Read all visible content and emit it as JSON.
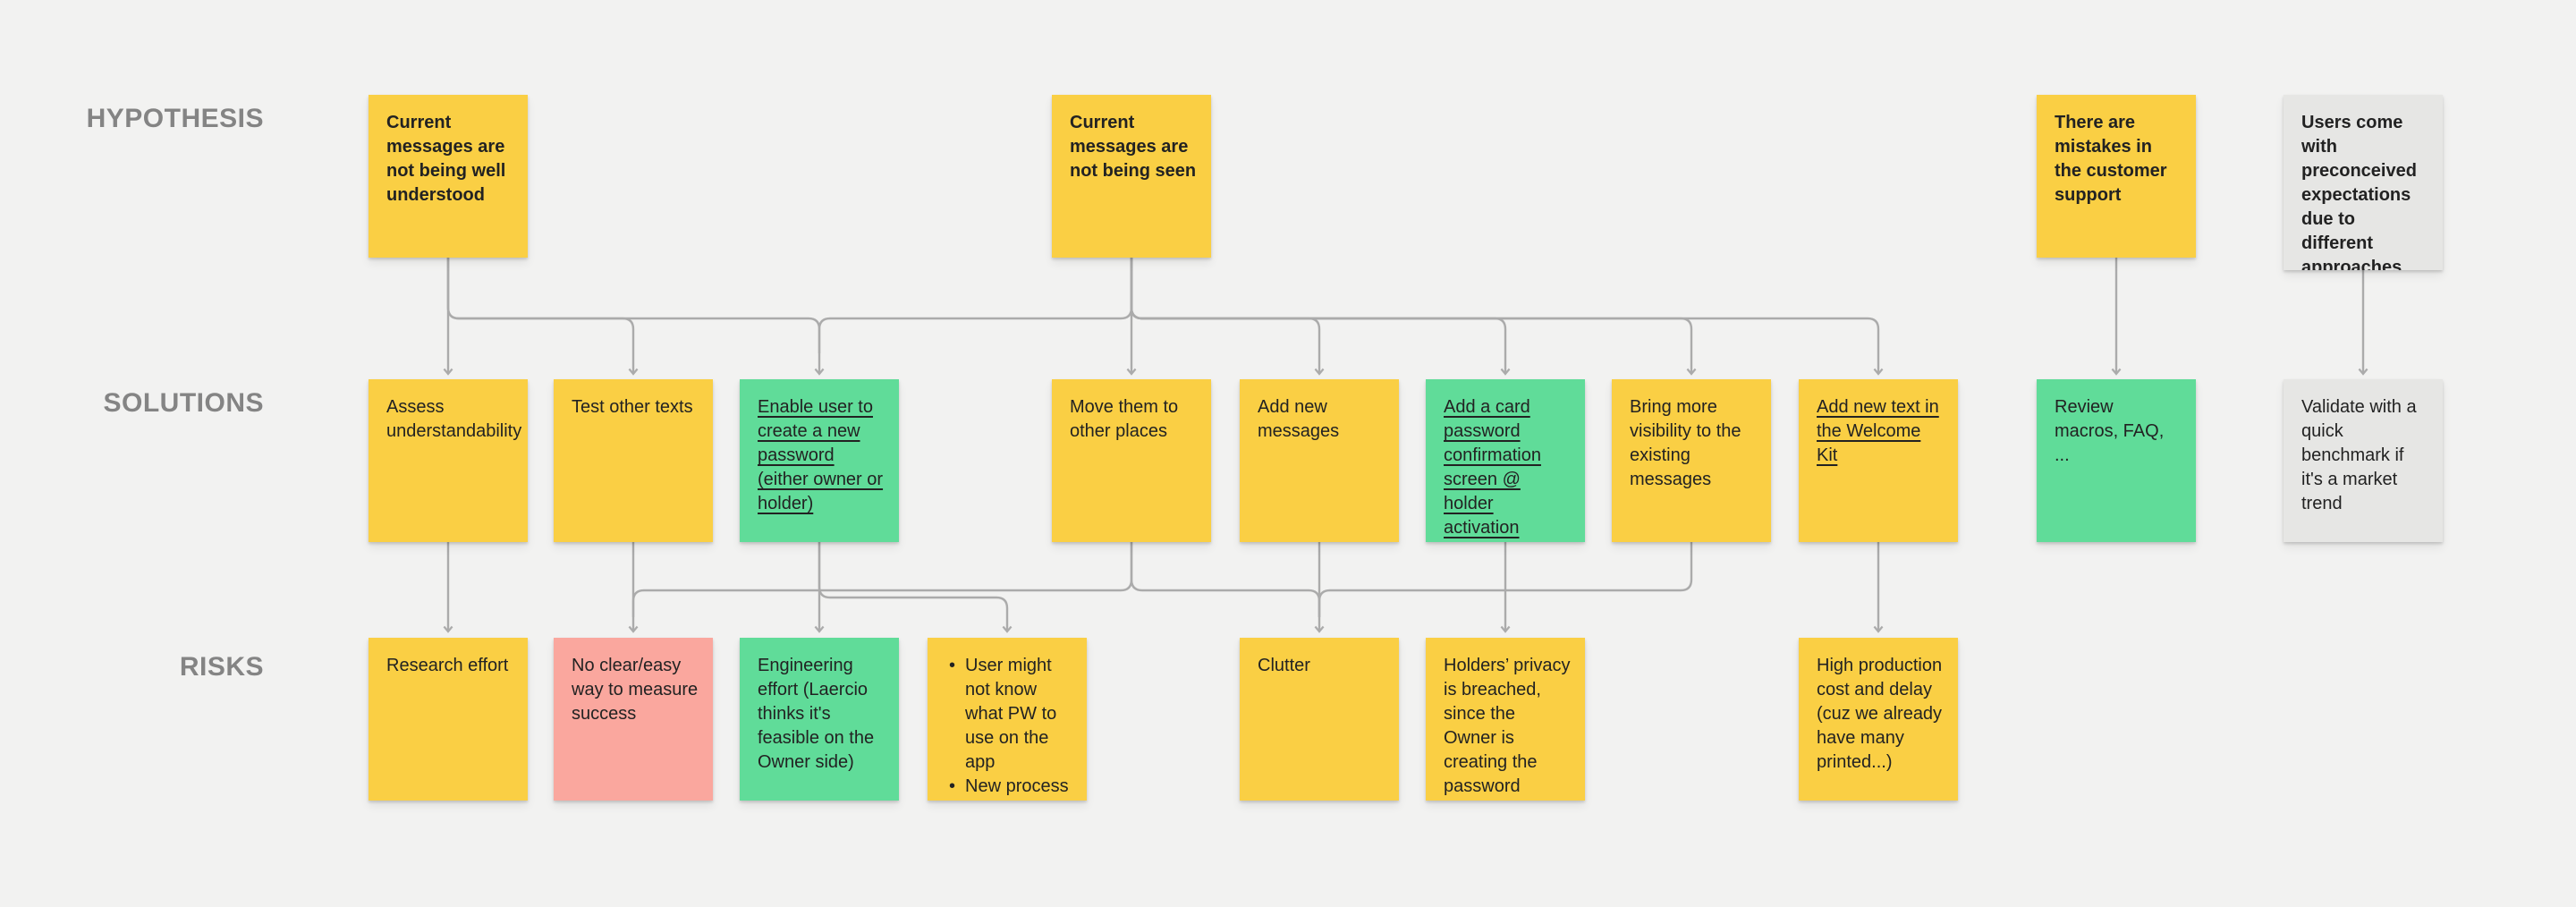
{
  "board": {
    "type": "affinity-map-whiteboard",
    "row_labels": {
      "hypothesis": "HYPOTHESIS",
      "solutions": "SOLUTIONS",
      "risks": "RISKS"
    }
  },
  "colors": {
    "background": "#F2F2F1",
    "sticky_yellow": "#FACF44",
    "sticky_green": "#60DC99",
    "sticky_pink": "#FAA79E",
    "sticky_gray": "#E6E6E4",
    "connector": "#ABABAB",
    "label_text": "#848484"
  },
  "notes": {
    "h1": {
      "text": "Current messages are not being well understood",
      "color": "yellow"
    },
    "h2": {
      "text": "Current messages are not being seen",
      "color": "yellow"
    },
    "h3": {
      "text": "There are mistakes in the customer support",
      "color": "yellow"
    },
    "h4": {
      "text": "Users come with preconceived expectations due to different approaches from competitors",
      "color": "gray"
    },
    "s1": {
      "text": "Assess understandability",
      "color": "yellow"
    },
    "s2": {
      "text": "Test other texts",
      "color": "yellow"
    },
    "s3": {
      "text": "Enable user to create a new password (either owner or holder)",
      "color": "green",
      "underlined": true
    },
    "s4": {
      "text": "Move them to other places",
      "color": "yellow"
    },
    "s5": {
      "text": "Add new messages",
      "color": "yellow"
    },
    "s6": {
      "text": "Add a card password confirmation screen @ holder activation",
      "color": "green",
      "underlined": true
    },
    "s7": {
      "text": "Bring more visibility to the existing messages",
      "color": "yellow"
    },
    "s8": {
      "text": "Add new text in the Welcome Kit",
      "color": "yellow",
      "underlined": true
    },
    "s9": {
      "text": "Review macros, FAQ, ...",
      "color": "green"
    },
    "s10": {
      "text": "Validate with a quick benchmark if it's a market trend",
      "color": "gray"
    },
    "r1": {
      "text": "Research effort",
      "color": "yellow"
    },
    "r2": {
      "text": "No clear/easy way to measure success",
      "color": "pink"
    },
    "r3": {
      "text": "Engineering effort (Laercio thinks it's feasible on the Owner side)",
      "color": "green"
    },
    "r4": {
      "items": [
        "User might not know what PW to use on the app",
        "New process for ops"
      ],
      "color": "yellow"
    },
    "r5": {
      "text": "Clutter",
      "color": "yellow"
    },
    "r6": {
      "text": "Holders’ privacy is breached, since the Owner is creating the password",
      "color": "yellow"
    },
    "r7": {
      "text": "High production cost and delay (cuz we already have many printed...)",
      "color": "yellow"
    }
  },
  "connections": [
    {
      "from": "h1",
      "to": "s1"
    },
    {
      "from": "h1",
      "to": "s2"
    },
    {
      "from": "h1",
      "to": "s3"
    },
    {
      "from": "h2",
      "to": "s3"
    },
    {
      "from": "h2",
      "to": "s4"
    },
    {
      "from": "h2",
      "to": "s5"
    },
    {
      "from": "h2",
      "to": "s6"
    },
    {
      "from": "h2",
      "to": "s7"
    },
    {
      "from": "h2",
      "to": "s8"
    },
    {
      "from": "h3",
      "to": "s9"
    },
    {
      "from": "h4",
      "to": "s10"
    },
    {
      "from": "s1",
      "to": "r1"
    },
    {
      "from": "s2",
      "to": "r2"
    },
    {
      "from": "s4",
      "to": "r2"
    },
    {
      "from": "s3",
      "to": "r3"
    },
    {
      "from": "s3",
      "to": "r4"
    },
    {
      "from": "s4",
      "to": "r5"
    },
    {
      "from": "s5",
      "to": "r5"
    },
    {
      "from": "s7",
      "to": "r5"
    },
    {
      "from": "s6",
      "to": "r6"
    },
    {
      "from": "s8",
      "to": "r7"
    }
  ]
}
